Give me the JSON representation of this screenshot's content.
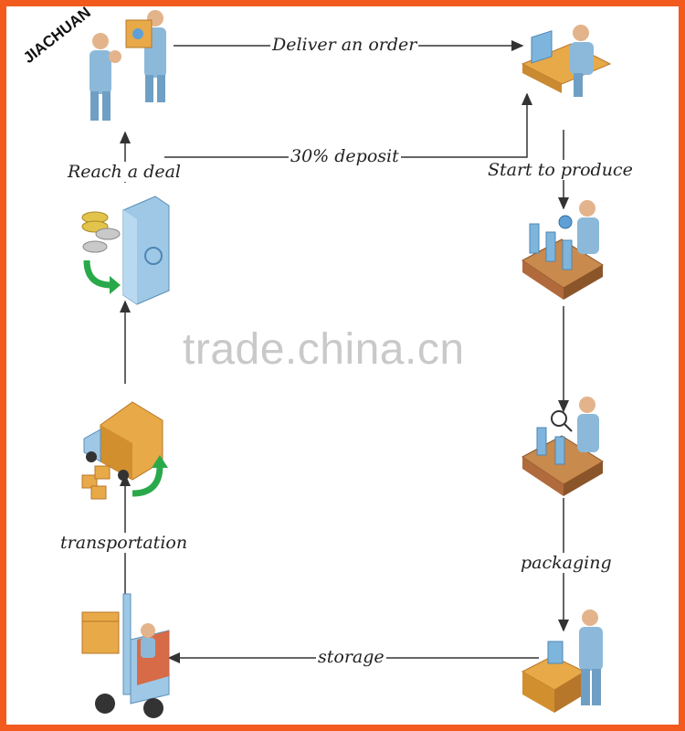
{
  "brand": {
    "text": "JIACHUAN"
  },
  "watermark": {
    "text": "trade.china.cn"
  },
  "steps": {
    "deliver_order": "Deliver an order",
    "deposit": "30% deposit",
    "start_produce": "Start to produce",
    "reach_deal": "Reach a deal",
    "transportation": "transportation",
    "packaging": "packaging",
    "storage": "storage"
  },
  "icons": {
    "handshake": "business-meeting-icon",
    "desk": "office-desk-icon",
    "payment": "safe-coins-icon",
    "production": "production-line-icon",
    "inspection": "inspection-line-icon",
    "truck": "delivery-truck-icon",
    "packing": "packing-box-icon",
    "forklift": "forklift-icon"
  },
  "colors": {
    "frame": "#f25a1e",
    "arrow": "#333333",
    "figure": "#8cb9d9",
    "box": "#e8a948",
    "belt": "#b06a3c",
    "green": "#2aa94a"
  }
}
